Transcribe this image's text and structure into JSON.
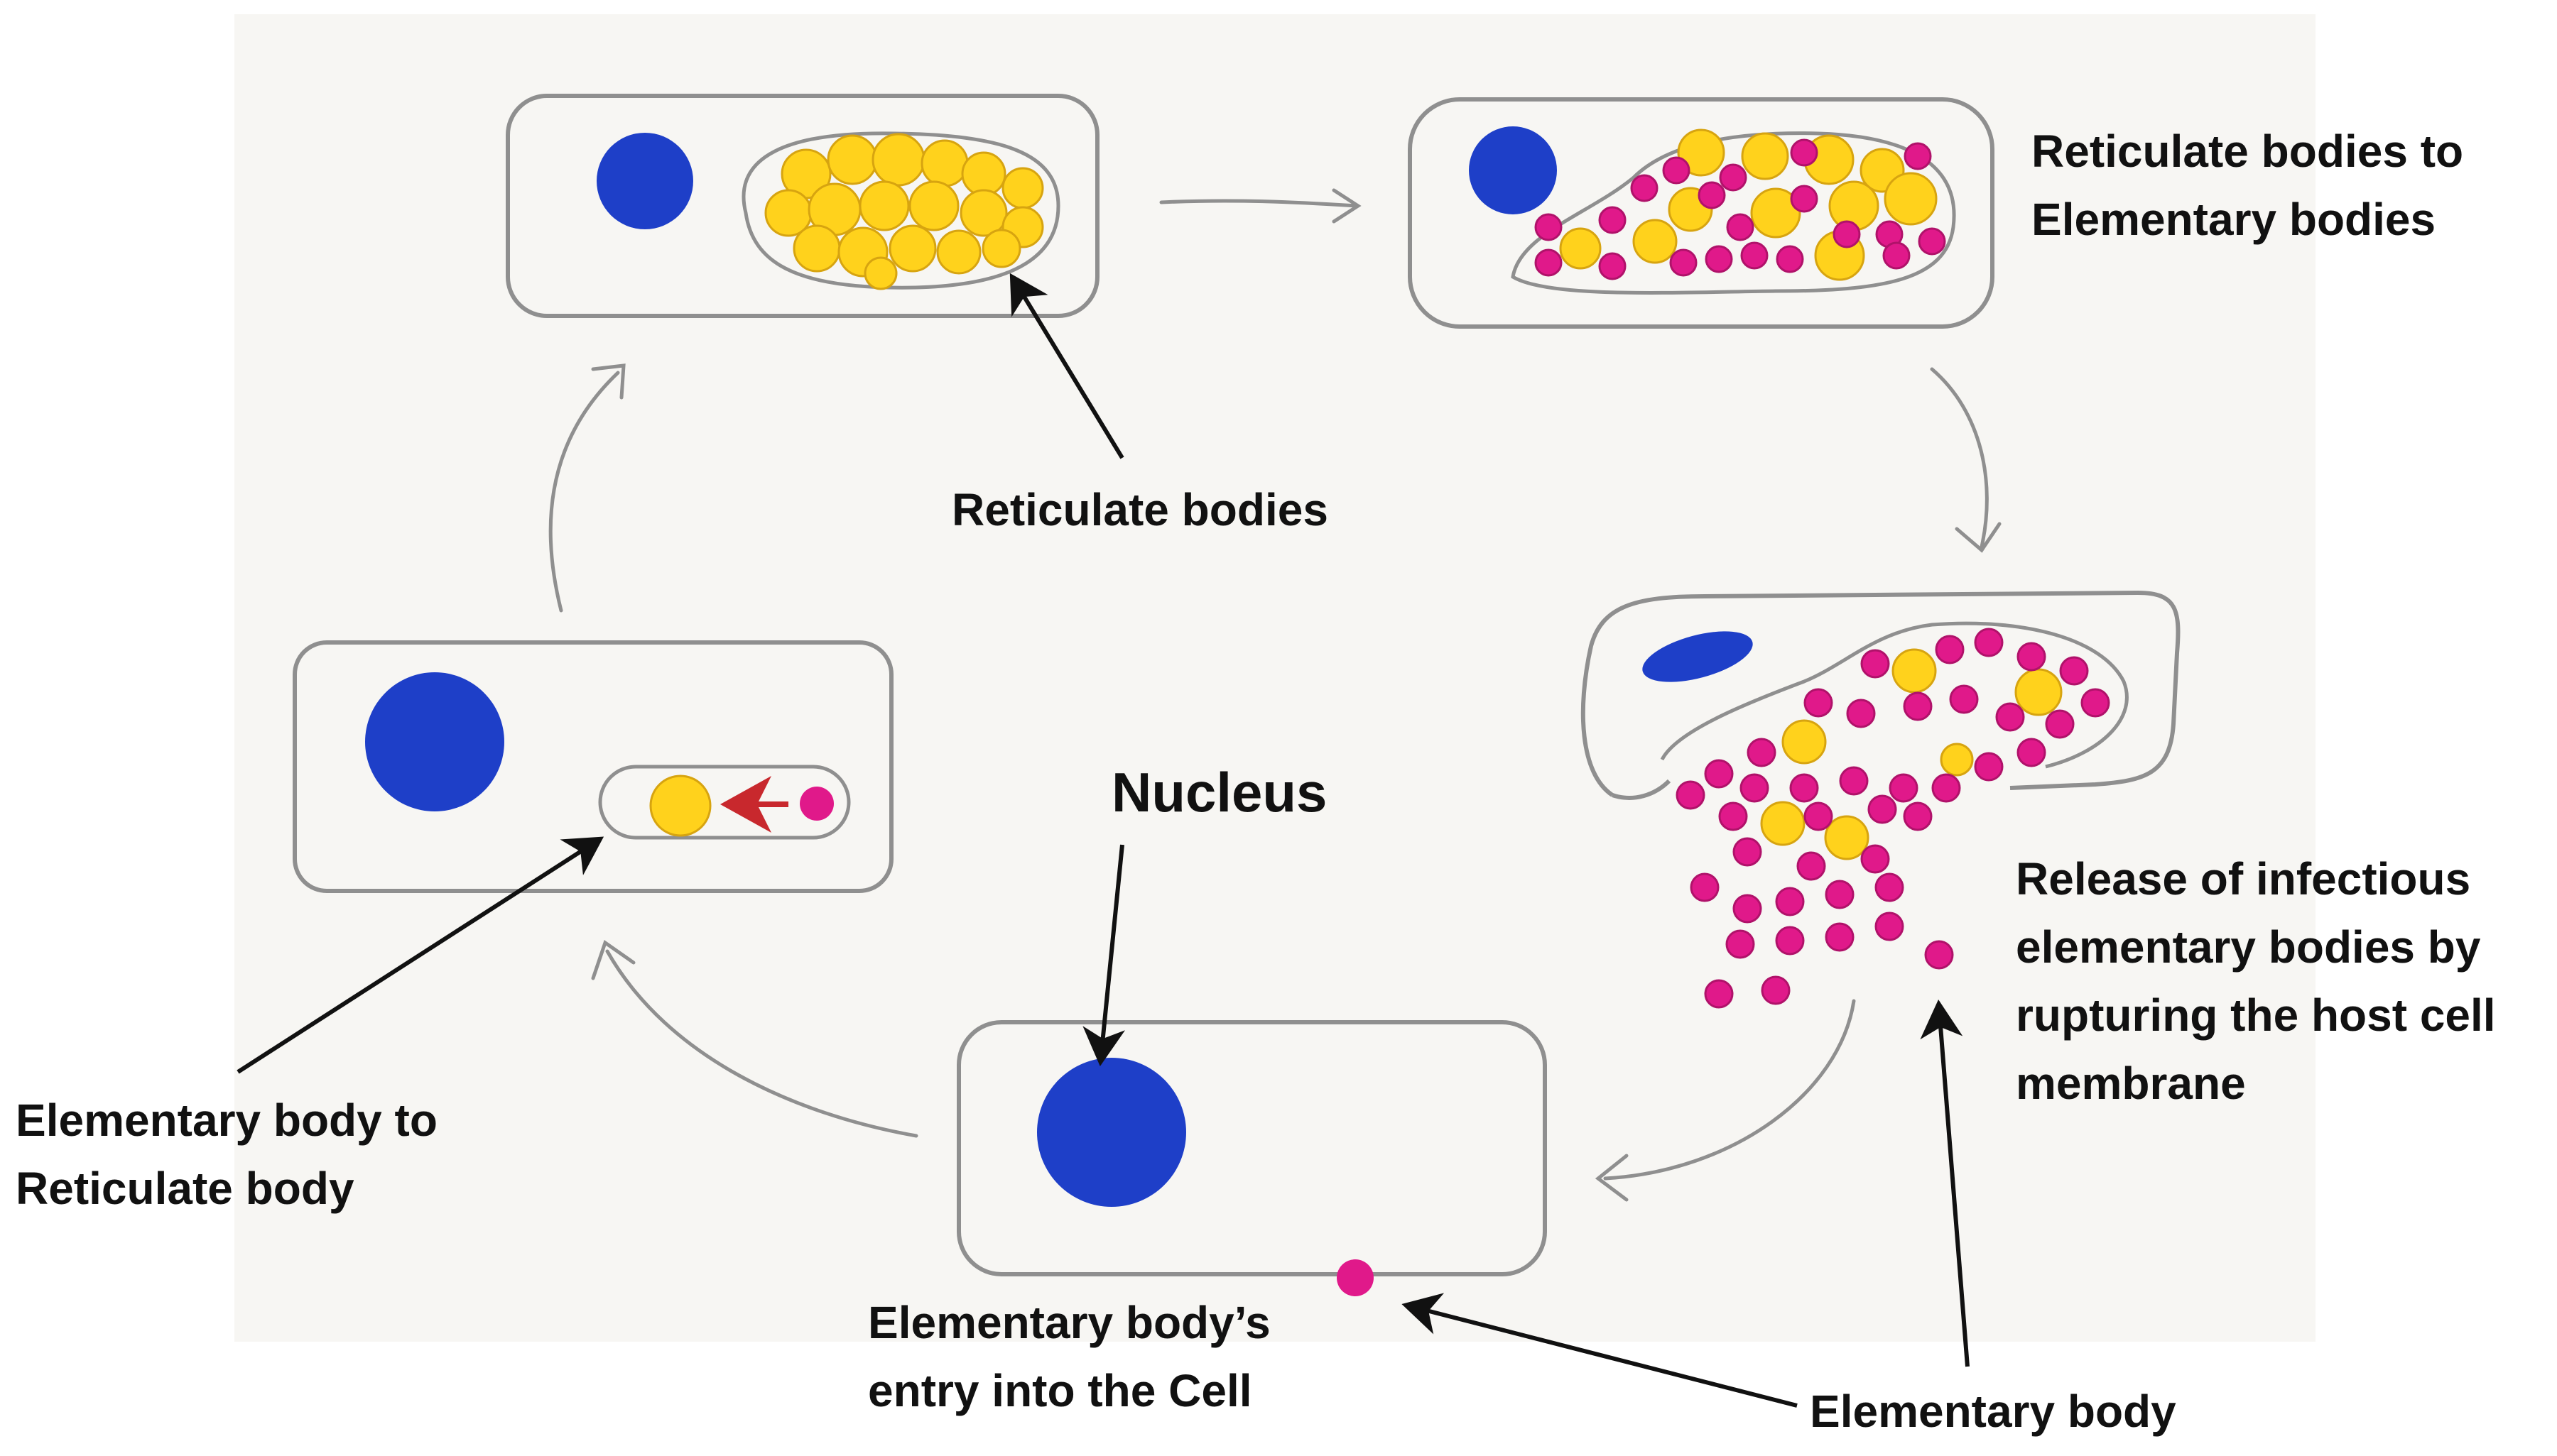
{
  "labels": {
    "reticulate_bodies": "Reticulate bodies",
    "rb_to_eb": [
      "Reticulate bodies to",
      "Elementary bodies"
    ],
    "release": [
      "Release of infectious",
      "elementary bodies by",
      "rupturing the host cell",
      "membrane"
    ],
    "nucleus": "Nucleus",
    "eb_to_rb": [
      "Elementary body to",
      "Reticulate body"
    ],
    "entry": [
      "Elementary body’s",
      "entry into the Cell"
    ],
    "elementary_body": "Elementary body"
  },
  "colors": {
    "nucleus": "#1e3fc8",
    "reticulate_body": "#ffd21c",
    "elementary_body": "#e0198a",
    "outline": "#8f8f8f",
    "arrow_label": "#111111",
    "internal_arrow": "#c8282d"
  }
}
